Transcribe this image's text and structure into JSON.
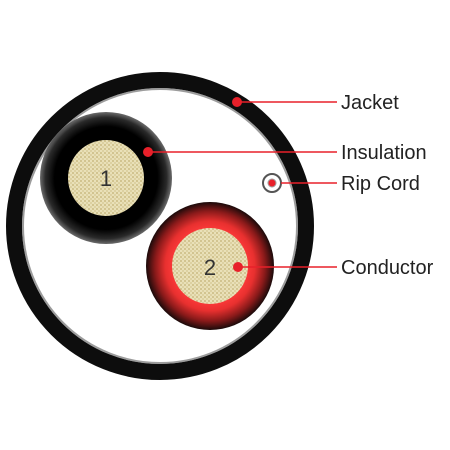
{
  "diagram": {
    "labels": {
      "jacket": "Jacket",
      "insulation": "Insulation",
      "rip_cord": "Rip Cord",
      "conductor": "Conductor"
    },
    "cores": [
      {
        "number": "1",
        "insulation_color": "#111111"
      },
      {
        "number": "2",
        "insulation_color": "#e03030"
      }
    ],
    "colors": {
      "jacket": "#0d0d0d",
      "leader_line": "#e8202a",
      "leader_dot": "#e8202a",
      "conductor_fill": "#e6dcb0",
      "conductor_strand": "#bfae6e"
    }
  }
}
